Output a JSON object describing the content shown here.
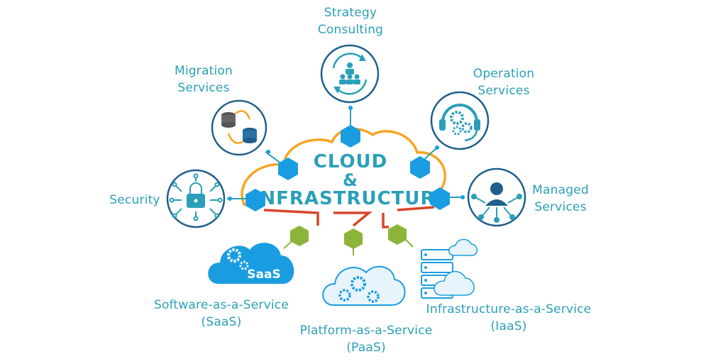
{
  "center": {
    "line1": "CLOUD",
    "line2": "&",
    "line3": "INFRASTRUCTURE"
  },
  "labels": {
    "strategy": [
      "Strategy",
      "Consulting"
    ],
    "migration": [
      "Migration",
      "Services"
    ],
    "operation": [
      "Operation",
      "Services"
    ],
    "security": [
      "Security"
    ],
    "managed": [
      "Managed",
      "Services"
    ],
    "saas": [
      "Software-as-a-Service",
      "(SaaS)"
    ],
    "paas": [
      "Platform-as-a-Service",
      "(PaaS)"
    ],
    "iaas": [
      "Infrastructure-as-a-Service",
      "(IaaS)"
    ]
  },
  "saas_badge": "SaaS",
  "colors": {
    "teal": "#2a9fb8",
    "dark_blue": "#1f5f8b",
    "orange": "#f5a623",
    "red": "#d9442b",
    "green": "#8cb43a"
  },
  "icons": {
    "strategy": "team-cycle-icon",
    "migration": "database-migration-icon",
    "operation": "headset-gears-icon",
    "security": "circuit-lock-icon",
    "managed": "network-person-icon",
    "saas": "saas-cloud-icon",
    "paas": "gears-cloud-icon",
    "iaas": "servers-cloud-icon"
  }
}
